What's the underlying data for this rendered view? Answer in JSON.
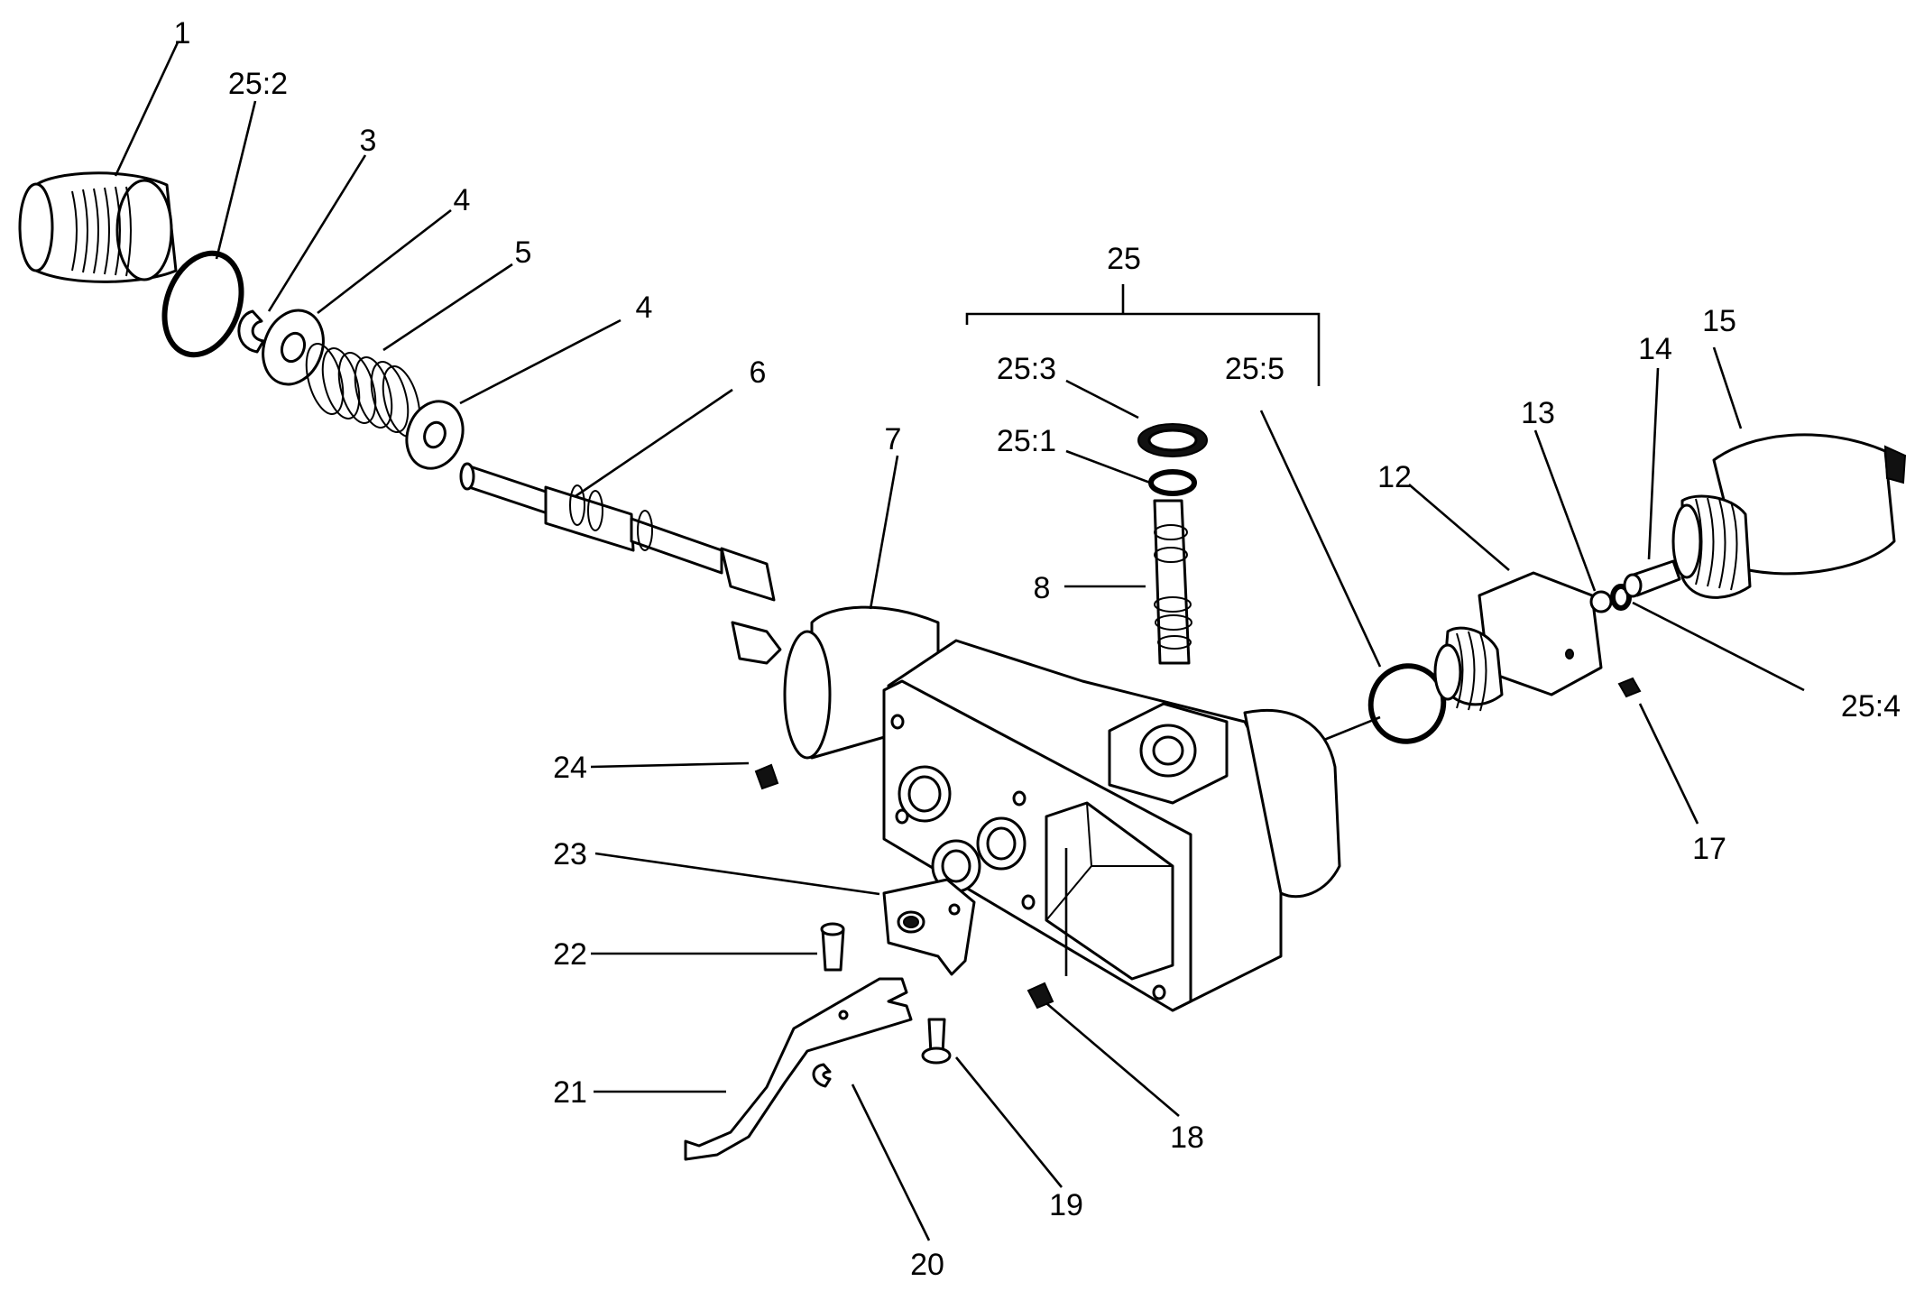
{
  "diagram": {
    "labels": {
      "p1": "1",
      "p25_2": "25:2",
      "p3": "3",
      "p4a": "4",
      "p5": "5",
      "p4b": "4",
      "p6": "6",
      "p7": "7",
      "p25": "25",
      "p25_3": "25:3",
      "p25_1": "25:1",
      "p25_5": "25:5",
      "p8": "8",
      "p12": "12",
      "p13": "13",
      "p14": "14",
      "p15": "15",
      "p25_4": "25:4",
      "p17": "17",
      "p24": "24",
      "p23": "23",
      "p22": "22",
      "p21": "21",
      "p20": "20",
      "p19": "19",
      "p18": "18"
    }
  }
}
